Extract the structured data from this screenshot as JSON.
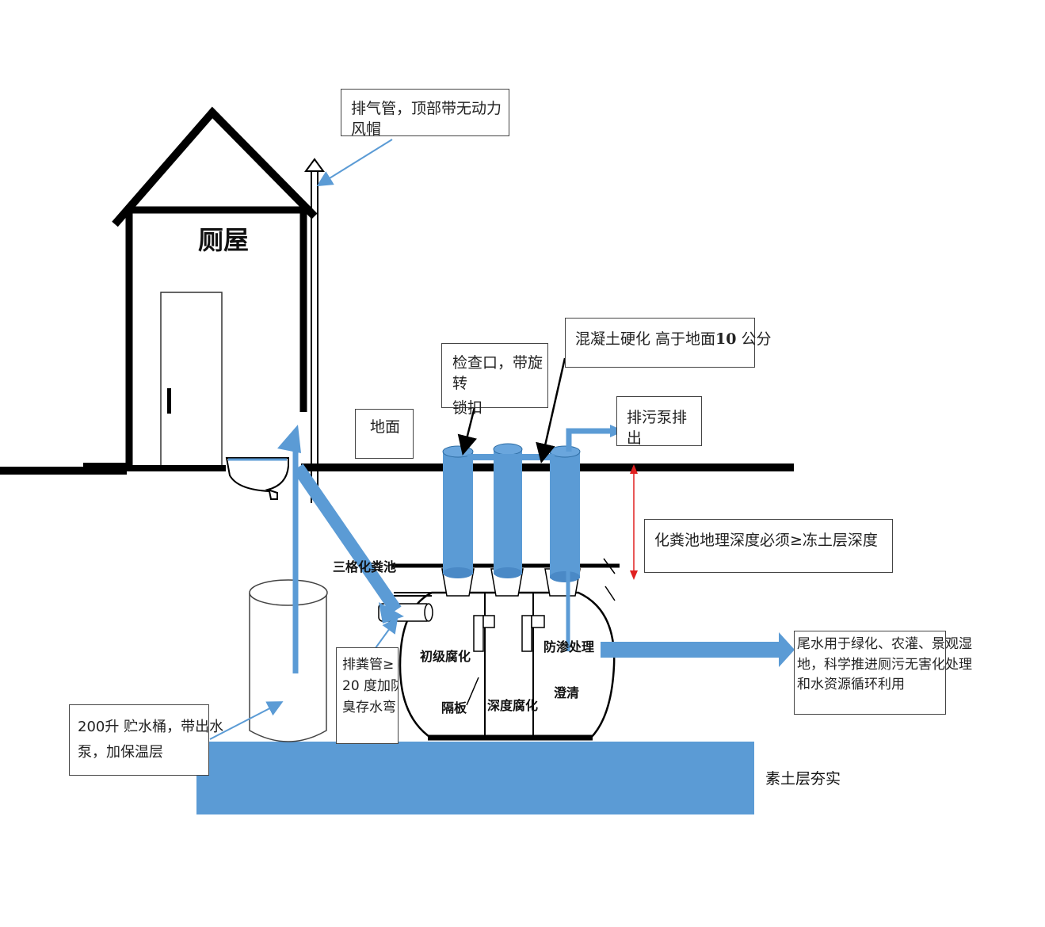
{
  "diagram": {
    "house_label": "厕屋",
    "ground_label": "地面",
    "tank_name": "三格化粪池",
    "chamber1_label": "初级腐化",
    "partition_label": "隔板",
    "chamber2_label": "深度腐化",
    "seepage_label": "防渗处理",
    "chamber3_label": "澄清",
    "soil_label": "素土层夯实"
  },
  "callouts": {
    "vent_pipe": "排气管，顶部带无动力风帽",
    "inspection_port_line1": "检查口，带旋转",
    "inspection_port_line2": "锁扣",
    "concrete_prefix": "混凝土硬化  高于地面",
    "concrete_number": "10",
    "concrete_suffix": " 公分",
    "pump_out": "排污泵排出",
    "depth_rule": "化粪池地理深度必须≥冻土层深度",
    "tail_water_line1": "尾水用于绿化、农灌、景观湿",
    "tail_water_line2": "地，科学推进厕污无害化处理",
    "tail_water_line3": "和水资源循环利用",
    "drain_pipe_line1": "排粪管≥",
    "drain_pipe_line2": "20  度加防",
    "drain_pipe_line3": "臭存水弯",
    "bucket_line1": "200升 贮水桶，带出水",
    "bucket_line2": "泵，加保温层"
  },
  "colors": {
    "pipe_blue": "#5b9bd5",
    "pipe_blue_dark": "#4a89c6",
    "line_black": "#000000",
    "depth_arrow": "#e02020",
    "callout_line": "#5b9bd5"
  }
}
